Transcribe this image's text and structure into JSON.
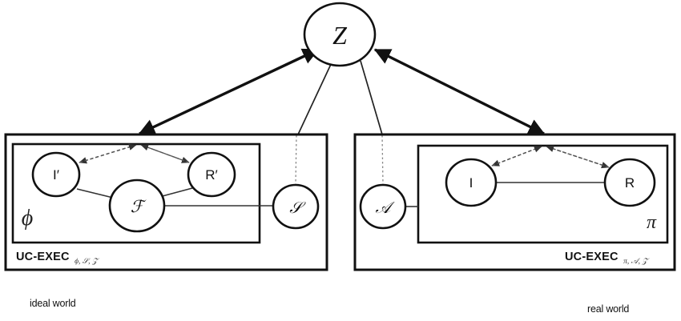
{
  "diagram": {
    "title_nodes": {
      "environment": "ℤ",
      "environment_display": "Z"
    },
    "ideal_world": {
      "world_label": "ideal world",
      "outer_title": "UC-EXEC",
      "outer_subscript": "ϕ, 𝒮, 𝒵",
      "protocol_label": "ϕ",
      "nodes": [
        {
          "id": "I-prime",
          "label": "I′"
        },
        {
          "id": "F",
          "label": "ℱ"
        },
        {
          "id": "R-prime",
          "label": "R′"
        },
        {
          "id": "S",
          "label": "𝒮"
        }
      ]
    },
    "real_world": {
      "world_label": "real world",
      "outer_title": "UC-EXEC",
      "outer_subscript": "π, 𝒜, 𝒵",
      "protocol_label": "π",
      "nodes": [
        {
          "id": "A",
          "label": "𝒜"
        },
        {
          "id": "I",
          "label": "I"
        },
        {
          "id": "R",
          "label": "R"
        }
      ]
    },
    "colors": {
      "stroke": "#111111",
      "dashed": "#555555",
      "dotted": "#888888",
      "background": "#ffffff"
    }
  }
}
